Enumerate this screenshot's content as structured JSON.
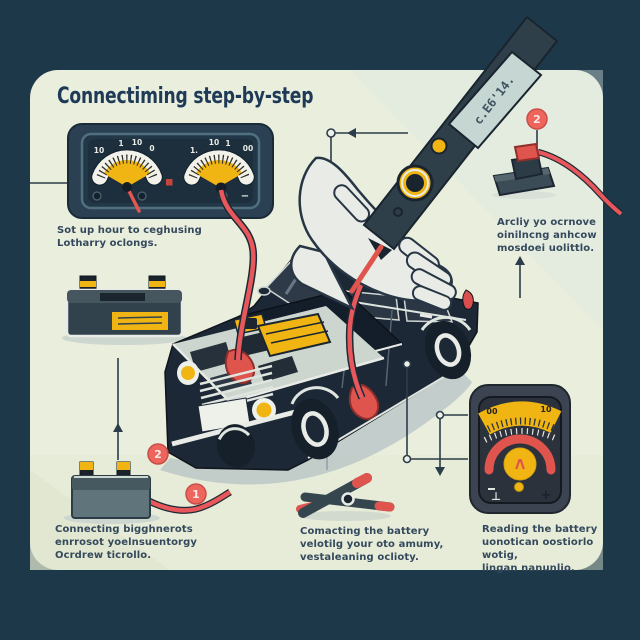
{
  "header": {
    "title": "Connectiming step-by-step"
  },
  "captions": {
    "setup": {
      "lines": [
        "Sot up hour to ceghusing",
        "Lotharry oclongs."
      ]
    },
    "apply": {
      "lines": [
        "Arcliy yo ocrnove",
        "oinilncng anhcow",
        "mosdoei uolittlo."
      ]
    },
    "connect_left": {
      "lines": [
        "Connecting bigghnerots",
        "enrrosot yoelnsuentorgy",
        "Ocrdrew ticrollo."
      ]
    },
    "connect_center": {
      "lines": [
        "Comacting the battery",
        "velotilg your oto amumy,",
        "vestaleaning oclioty."
      ]
    },
    "reading": {
      "lines": [
        "Reading the battery",
        "uonotican oostiorlo wotig,",
        "lingan nanunlio."
      ]
    }
  },
  "meters": {
    "dual": {
      "left_labels": [
        "10",
        "1",
        "10",
        "0"
      ],
      "right_labels": [
        "1.",
        "10",
        "1",
        "00"
      ],
      "minus": "−"
    },
    "analog": {
      "scale_start": "00",
      "scale_end": "10",
      "center_symbol": "Λ",
      "terminal_negative": "⊥",
      "terminal_positive": "+"
    }
  },
  "probe": {
    "lcd": "c.E6'14."
  },
  "steps": {
    "terminal_marker": "2",
    "battery_marker": "2",
    "cable_marker": "1"
  },
  "colors": {
    "background": "#1d3949",
    "panel": "#e9eedd",
    "accent_red": "#e0544e",
    "accent_yellow": "#f1b513",
    "ink": "#22384e"
  }
}
